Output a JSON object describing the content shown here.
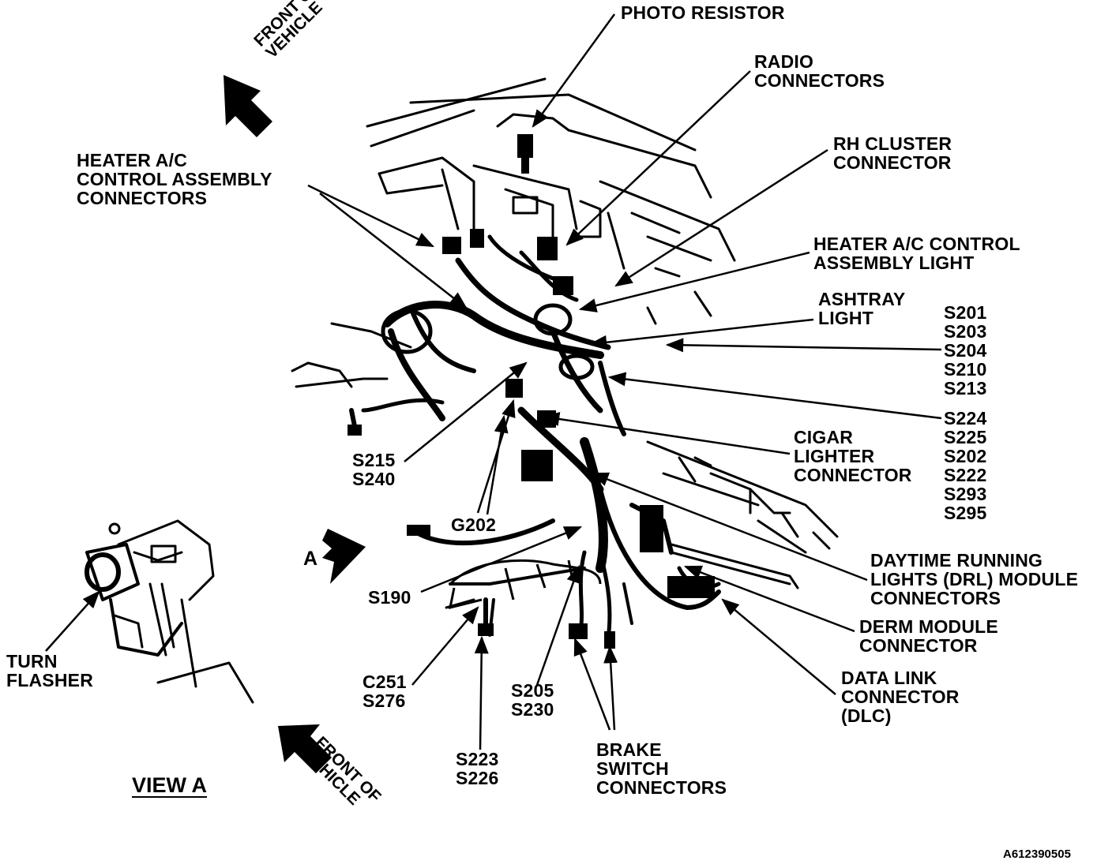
{
  "labels": {
    "photo_resistor": [
      "PHOTO RESISTOR"
    ],
    "radio_connectors": [
      "RADIO",
      "CONNECTORS"
    ],
    "rh_cluster_connector": [
      "RH CLUSTER",
      "CONNECTOR"
    ],
    "heater_ac_control_assembly_connectors": [
      "HEATER A/C",
      "CONTROL ASSEMBLY",
      "CONNECTORS"
    ],
    "heater_ac_control_assembly_light": [
      "HEATER A/C CONTROL",
      "ASSEMBLY LIGHT"
    ],
    "ashtray_light": [
      "ASHTRAY",
      "LIGHT"
    ],
    "splices_group_1": [
      "S201",
      "S203",
      "S204",
      "S210",
      "S213"
    ],
    "splices_group_2": [
      "S224",
      "S225",
      "S202",
      "S222",
      "S293",
      "S295"
    ],
    "cigar_lighter_connector": [
      "CIGAR",
      "LIGHTER",
      "CONNECTOR"
    ],
    "s215_s240": [
      "S215",
      "S240"
    ],
    "g202": [
      "G202"
    ],
    "view_marker": [
      "A"
    ],
    "daytime_running_lights_module_connectors": [
      "DAYTIME RUNNING",
      "LIGHTS (DRL) MODULE",
      "CONNECTORS"
    ],
    "s190": [
      "S190"
    ],
    "derm_module_connector": [
      "DERM MODULE",
      "CONNECTOR"
    ],
    "turn_flasher": [
      "TURN",
      "FLASHER"
    ],
    "c251_s276": [
      "C251",
      "S276"
    ],
    "s205_s230": [
      "S205",
      "S230"
    ],
    "data_link_connector": [
      "DATA LINK",
      "CONNECTOR",
      "(DLC)"
    ],
    "s223_s226": [
      "S223",
      "S226"
    ],
    "brake_switch_connectors": [
      "BRAKE",
      "SWITCH",
      "CONNECTORS"
    ]
  },
  "front_of_vehicle": [
    "FRONT OF",
    "VEHICLE"
  ],
  "view_title": "VIEW A",
  "figure_id": "A612390505",
  "colors": {
    "ink": "#000000",
    "paper": "#ffffff"
  }
}
